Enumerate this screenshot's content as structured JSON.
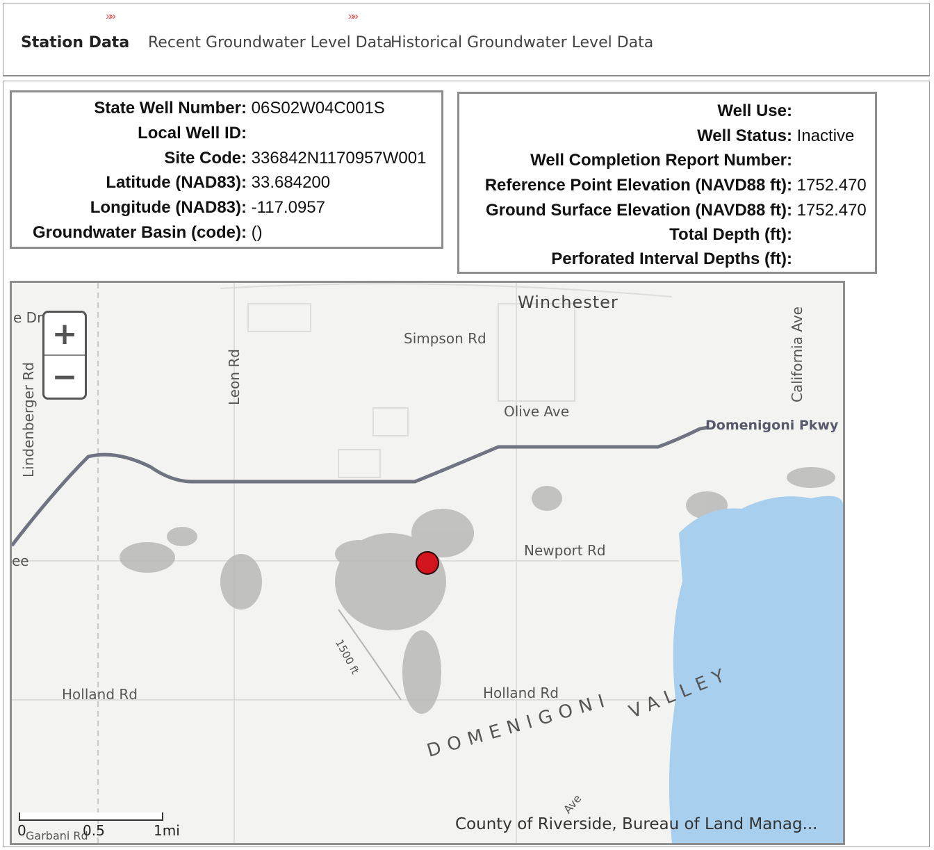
{
  "tabs": [
    {
      "label": "Station Data",
      "active": true
    },
    {
      "label": "Recent Groundwater Level Data",
      "active": false
    },
    {
      "label": "Historical Groundwater Level Data",
      "active": false
    }
  ],
  "left_info": [
    {
      "label": "State Well Number:",
      "value": "06S02W04C001S"
    },
    {
      "label": "Local Well ID:",
      "value": ""
    },
    {
      "label": "Site Code:",
      "value": "336842N1170957W001"
    },
    {
      "label": "Latitude (NAD83):",
      "value": "33.684200"
    },
    {
      "label": "Longitude (NAD83):",
      "value": "-117.0957"
    },
    {
      "label": "Groundwater Basin (code):",
      "value": "()"
    }
  ],
  "right_info": [
    {
      "label": "Well Use:",
      "value": ""
    },
    {
      "label": "Well Status:",
      "value": "Inactive"
    },
    {
      "label": "Well Completion Report Number:",
      "value": ""
    },
    {
      "label": "Reference Point Elevation (NAVD88 ft):",
      "value": "1752.470"
    },
    {
      "label": "Ground Surface Elevation (NAVD88 ft):",
      "value": "1752.470"
    },
    {
      "label": "Total Depth (ft):",
      "value": ""
    },
    {
      "label": "Perforated Interval Depths (ft):",
      "value": ""
    }
  ],
  "map": {
    "labels": {
      "winchester": "Winchester",
      "simpson": "Simpson Rd",
      "leon": "Leon Rd",
      "lindenberger": "Lindenberger Rd",
      "california": "California Ave",
      "olive": "Olive Ave",
      "domenigoni_pkwy": "Domenigoni Pkwy",
      "newport": "Newport Rd",
      "holland_left": "Holland Rd",
      "holland_right": "Holland Rd",
      "domenigoni": "DOMENIGONI",
      "valley": "VALLEY",
      "contour": "1500 ft",
      "dr": "e Dr",
      "ee": "ee",
      "sanford": "Ave",
      "garbani": "Garbani Rd"
    },
    "zoom_in": "+",
    "zoom_out": "−",
    "scale": {
      "zero": "0",
      "half": "0.5",
      "end": "1mi"
    },
    "attribution": "County of Riverside, Bureau of Land Manag...",
    "lake_color": "#a8cfee",
    "marker_color": "#d1141e"
  }
}
